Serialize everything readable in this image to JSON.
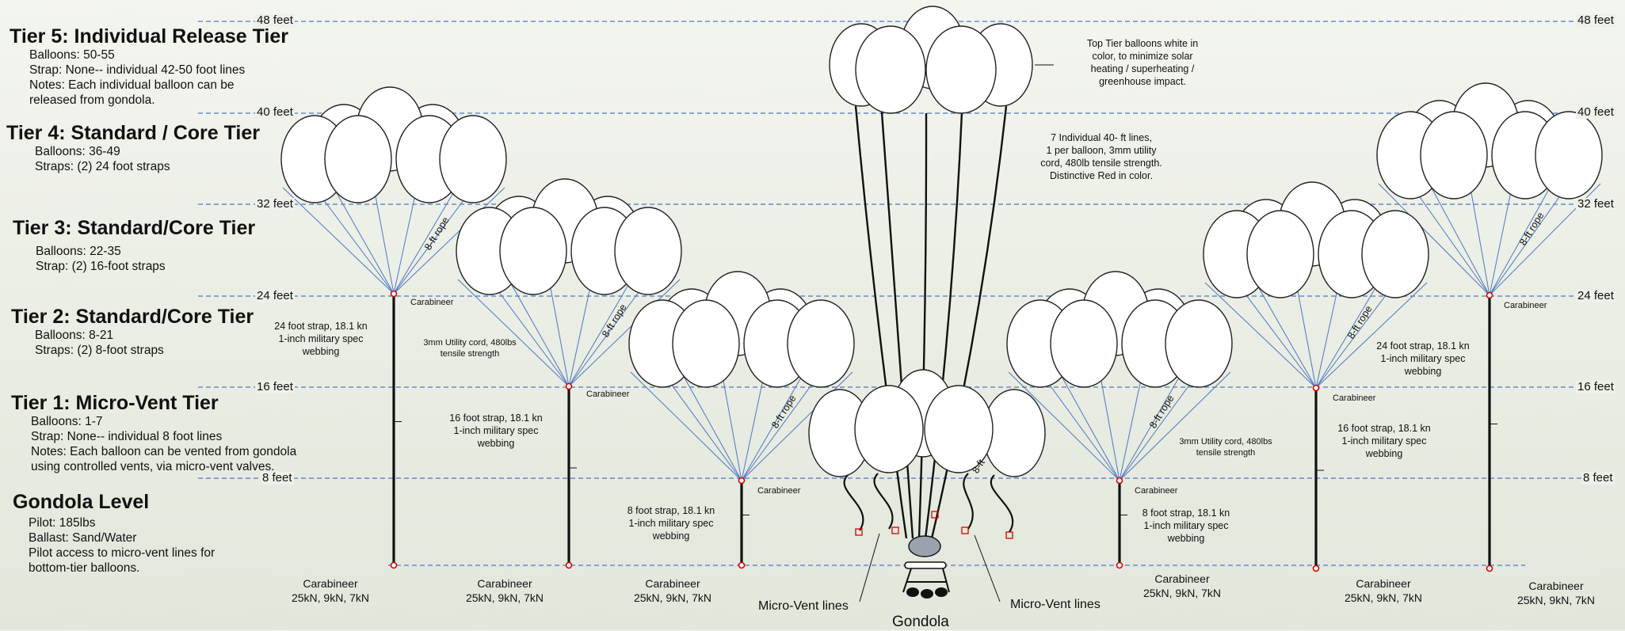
{
  "levels": [
    {
      "label": "48 feet"
    },
    {
      "label": "40 feet"
    },
    {
      "label": "32 feet"
    },
    {
      "label": "24 feet"
    },
    {
      "label": "16 feet"
    },
    {
      "label": "8 feet"
    }
  ],
  "tiers": [
    {
      "title": "Tier 5: Individual Release Tier",
      "lines": [
        "Balloons: 50-55",
        "Strap: None-- individual 42-50 foot lines",
        "Notes: Each individual balloon can be",
        "released from gondola."
      ]
    },
    {
      "title": "Tier 4: Standard / Core Tier",
      "lines": [
        "Balloons: 36-49",
        "Straps: (2) 24 foot straps"
      ]
    },
    {
      "title": "Tier 3: Standard/Core Tier",
      "lines": [
        "Balloons: 22-35",
        "Strap: (2) 16-foot straps"
      ]
    },
    {
      "title": "Tier 2: Standard/Core Tier",
      "lines": [
        "Balloons: 8-21",
        "Straps: (2) 8-foot straps"
      ]
    },
    {
      "title": "Tier 1: Micro-Vent Tier",
      "lines": [
        "Balloons: 1-7",
        "Strap: None-- individual 8 foot lines",
        "Notes: Each balloon can be vented from gondola",
        "using controlled vents, via micro-vent valves."
      ]
    },
    {
      "title": "Gondola Level",
      "lines": [
        "Pilot: 185lbs",
        "Ballast: Sand/Water",
        "Pilot access to micro-vent lines for",
        "bottom-tier balloons."
      ]
    }
  ],
  "annotations": {
    "top_tier": [
      "Top Tier balloons white in",
      "color, to minimize solar",
      "heating / superheating /",
      "greenhouse impact."
    ],
    "red_lines": [
      "7 Individual 40- ft lines,",
      "1 per balloon, 3mm utility",
      "cord, 480lb tensile strength.",
      "Distinctive Red in color."
    ],
    "strap24": [
      "24 foot strap, 18.1 kn",
      "1-inch military spec",
      "webbing"
    ],
    "strap16": [
      "16 foot strap, 18.1 kn",
      "1-inch military spec",
      "webbing"
    ],
    "strap8": [
      "8 foot strap, 18.1 kn",
      "1-inch military spec",
      "webbing"
    ],
    "utility_cord": [
      "3mm Utility cord, 480lbs",
      "tensile strength"
    ],
    "rope": "8-ft rope",
    "rope_short": "8-ft",
    "carabineer": "Carabineer",
    "carabineer_rating": "25kN, 9kN, 7kN",
    "micro_vent": "Micro-Vent lines",
    "gondola": "Gondola"
  }
}
